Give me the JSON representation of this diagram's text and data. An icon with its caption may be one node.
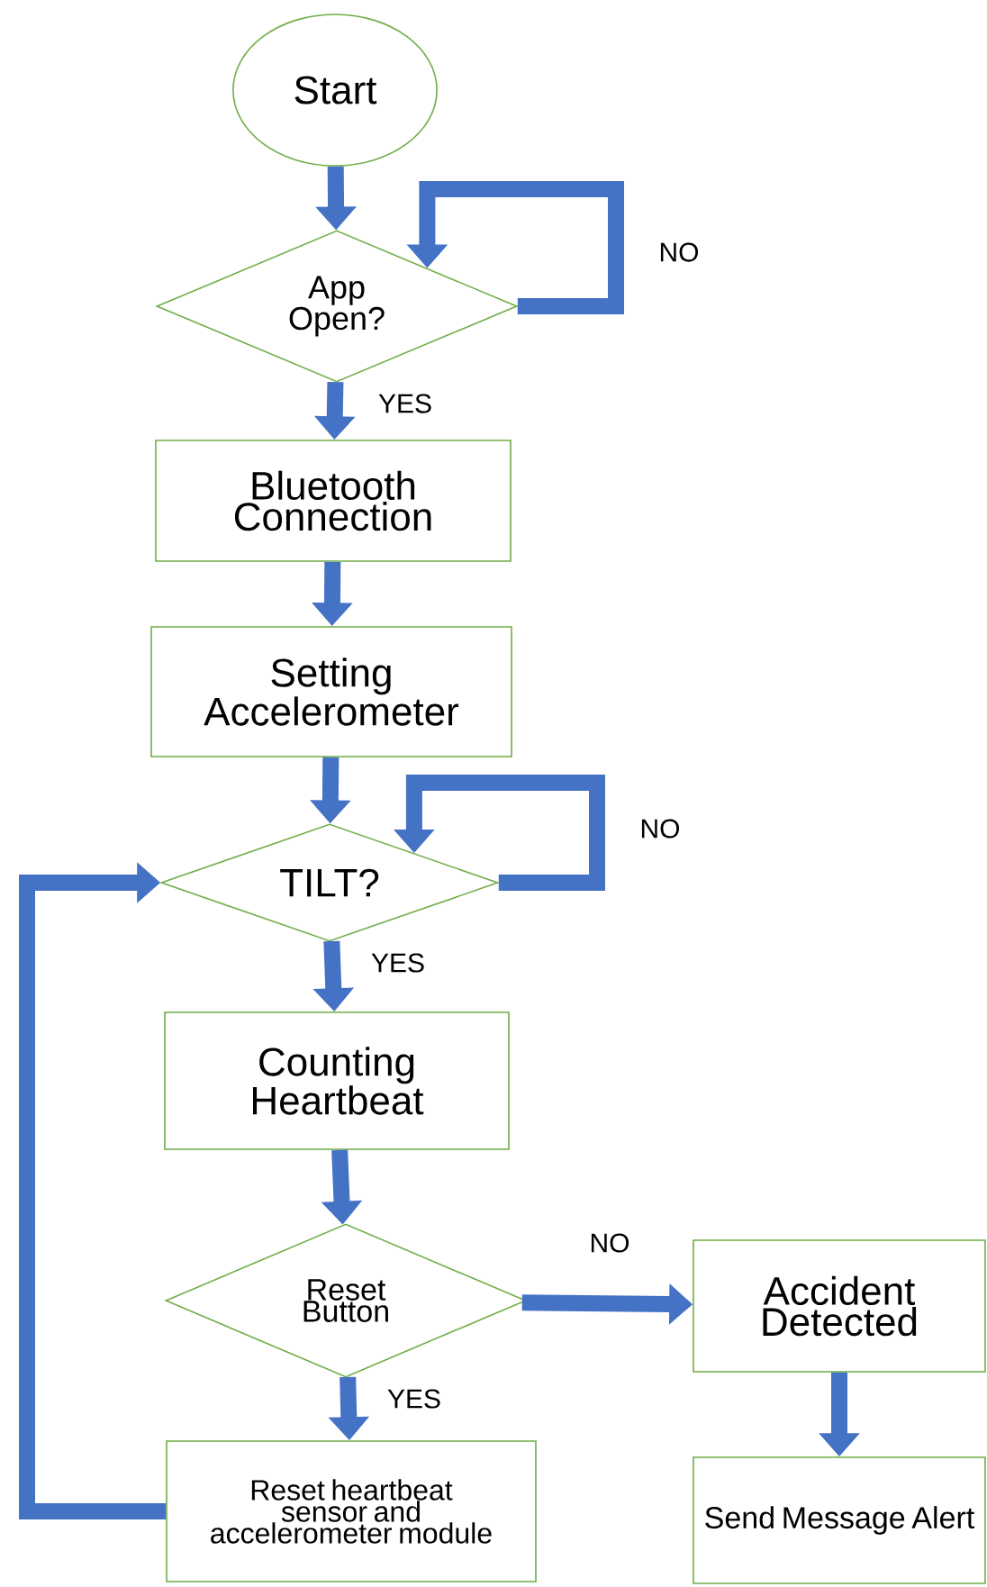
{
  "diagram": {
    "nodes": [
      {
        "text": [
          "Start"
        ]
      },
      {
        "text": [
          "App Open?"
        ]
      },
      {
        "text": [
          "Bluetooth Connection"
        ]
      },
      {
        "text": [
          "Setting Accelerometer"
        ]
      },
      {
        "text": [
          "TILT?"
        ]
      },
      {
        "text": [
          "Counting Heartbeat"
        ]
      },
      {
        "text": [
          "Reset Button"
        ]
      },
      {
        "text": [
          "Accident Detected"
        ]
      },
      {
        "text": [
          "Reset heartbeat sensor and accelerometer module"
        ]
      },
      {
        "text": [
          "Send Message Alert"
        ]
      }
    ],
    "edges": [
      {
        "from": 0,
        "to": 1,
        "arrow": "to"
      },
      {
        "from": 1,
        "to": 1,
        "arrow": "to",
        "label": "NO"
      },
      {
        "from": 1,
        "to": 2,
        "arrow": "to",
        "label": "YES"
      },
      {
        "from": 2,
        "to": 3,
        "arrow": "to"
      },
      {
        "from": 3,
        "to": 4,
        "arrow": "to"
      },
      {
        "from": 4,
        "to": 4,
        "arrow": "to",
        "label": "NO"
      },
      {
        "from": 4,
        "to": 5,
        "arrow": "to",
        "label": "YES"
      },
      {
        "from": 5,
        "to": 6,
        "arrow": "to"
      },
      {
        "from": 6,
        "to": 7,
        "arrow": "to",
        "label": "NO"
      },
      {
        "from": 6,
        "to": 8,
        "arrow": "to",
        "label": "YES"
      },
      {
        "from": 8,
        "to": 4,
        "arrow": "to"
      },
      {
        "from": 7,
        "to": 9,
        "arrow": "to"
      }
    ]
  }
}
